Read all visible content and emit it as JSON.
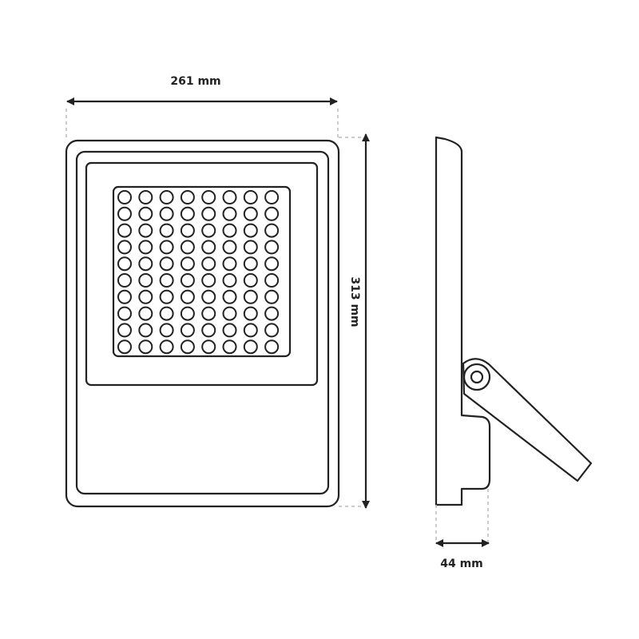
{
  "dimensions": {
    "width_label": "261 mm",
    "height_label": "313 mm",
    "depth_label": "44 mm"
  },
  "led_grid": {
    "rows": 10,
    "columns": 8
  },
  "colors": {
    "stroke": "#222222",
    "guide": "#bbbbbb",
    "background": "#ffffff"
  }
}
